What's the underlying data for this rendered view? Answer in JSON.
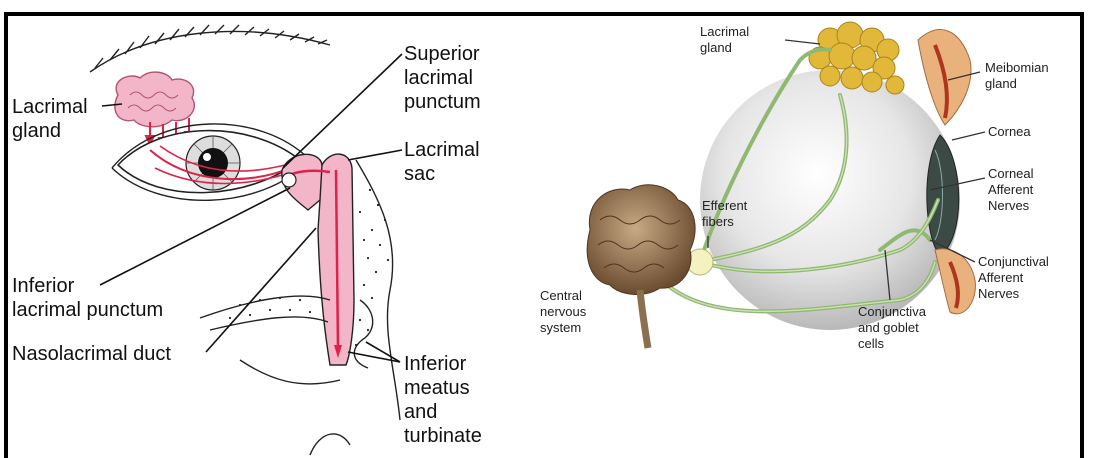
{
  "left_diagram": {
    "labels": {
      "lacrimal_gland": "Lacrimal\ngland",
      "superior_punctum": "Superior\nlacrimal\npunctum",
      "lacrimal_sac": "Lacrimal\nsac",
      "inferior_punctum": "Inferior\nlacrimal punctum",
      "nasolacrimal_duct": "Nasolacrimal duct",
      "inferior_meatus": "Inferior\nmeatus\nand\nturbinate"
    }
  },
  "right_diagram": {
    "labels": {
      "lacrimal_gland": "Lacrimal\ngland",
      "meibomian_gland": "Meibomian\ngland",
      "cornea": "Cornea",
      "corneal_afferent": "Corneal\nAfferent\nNerves",
      "efferent_fibers": "Efferent\nfibers",
      "conjunctival_afferent": "Conjunctival\nAfferent\nNerves",
      "central_nervous_system": "Central\nnervous\nsystem",
      "conjunctiva_goblet": "Conjunctiva\nand goblet\ncells"
    }
  },
  "colors": {
    "gland_pink": "#f3b6c9",
    "tear_red": "#e0224a",
    "nerve_green": "#8fb870",
    "gland_yellow": "#e2b83a",
    "brain_brown": "#8a6a4a"
  }
}
